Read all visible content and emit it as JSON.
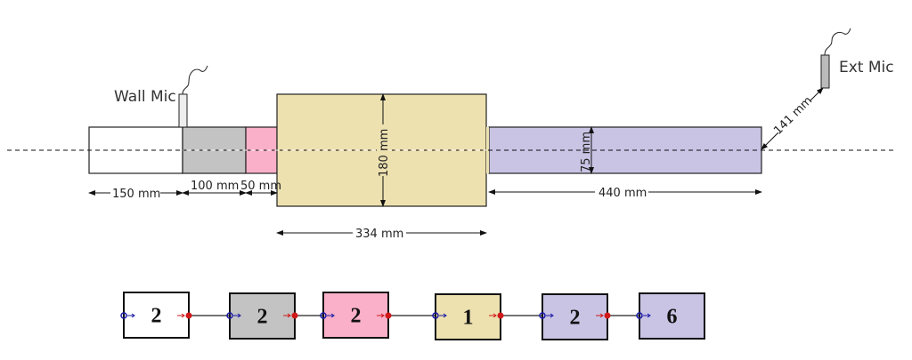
{
  "labels": {
    "wall_mic": "Wall Mic",
    "ext_mic": "Ext Mic"
  },
  "dimensions": {
    "d150": "150 mm",
    "d100": "100 mm",
    "d50": "50 mm",
    "d180": "180 mm",
    "d334": "334 mm",
    "d440": "440 mm",
    "d75": "75 mm",
    "d141": "141 mm"
  },
  "colors": {
    "white": "#ffffff",
    "gray": "#c3c3c3",
    "pink": "#f9b0c8",
    "yellow": "#ede1b0",
    "purple": "#c9c3e4",
    "port_in": "#1a1aa8",
    "port_out": "#d01a1a"
  },
  "blocks": [
    {
      "value": "2",
      "color": "#ffffff"
    },
    {
      "value": "2",
      "color": "#c3c3c3"
    },
    {
      "value": "2",
      "color": "#f9b0c8"
    },
    {
      "value": "1",
      "color": "#ede1b0"
    },
    {
      "value": "2",
      "color": "#c9c3e4"
    },
    {
      "value": "6",
      "color": "#c9c3e4"
    }
  ]
}
